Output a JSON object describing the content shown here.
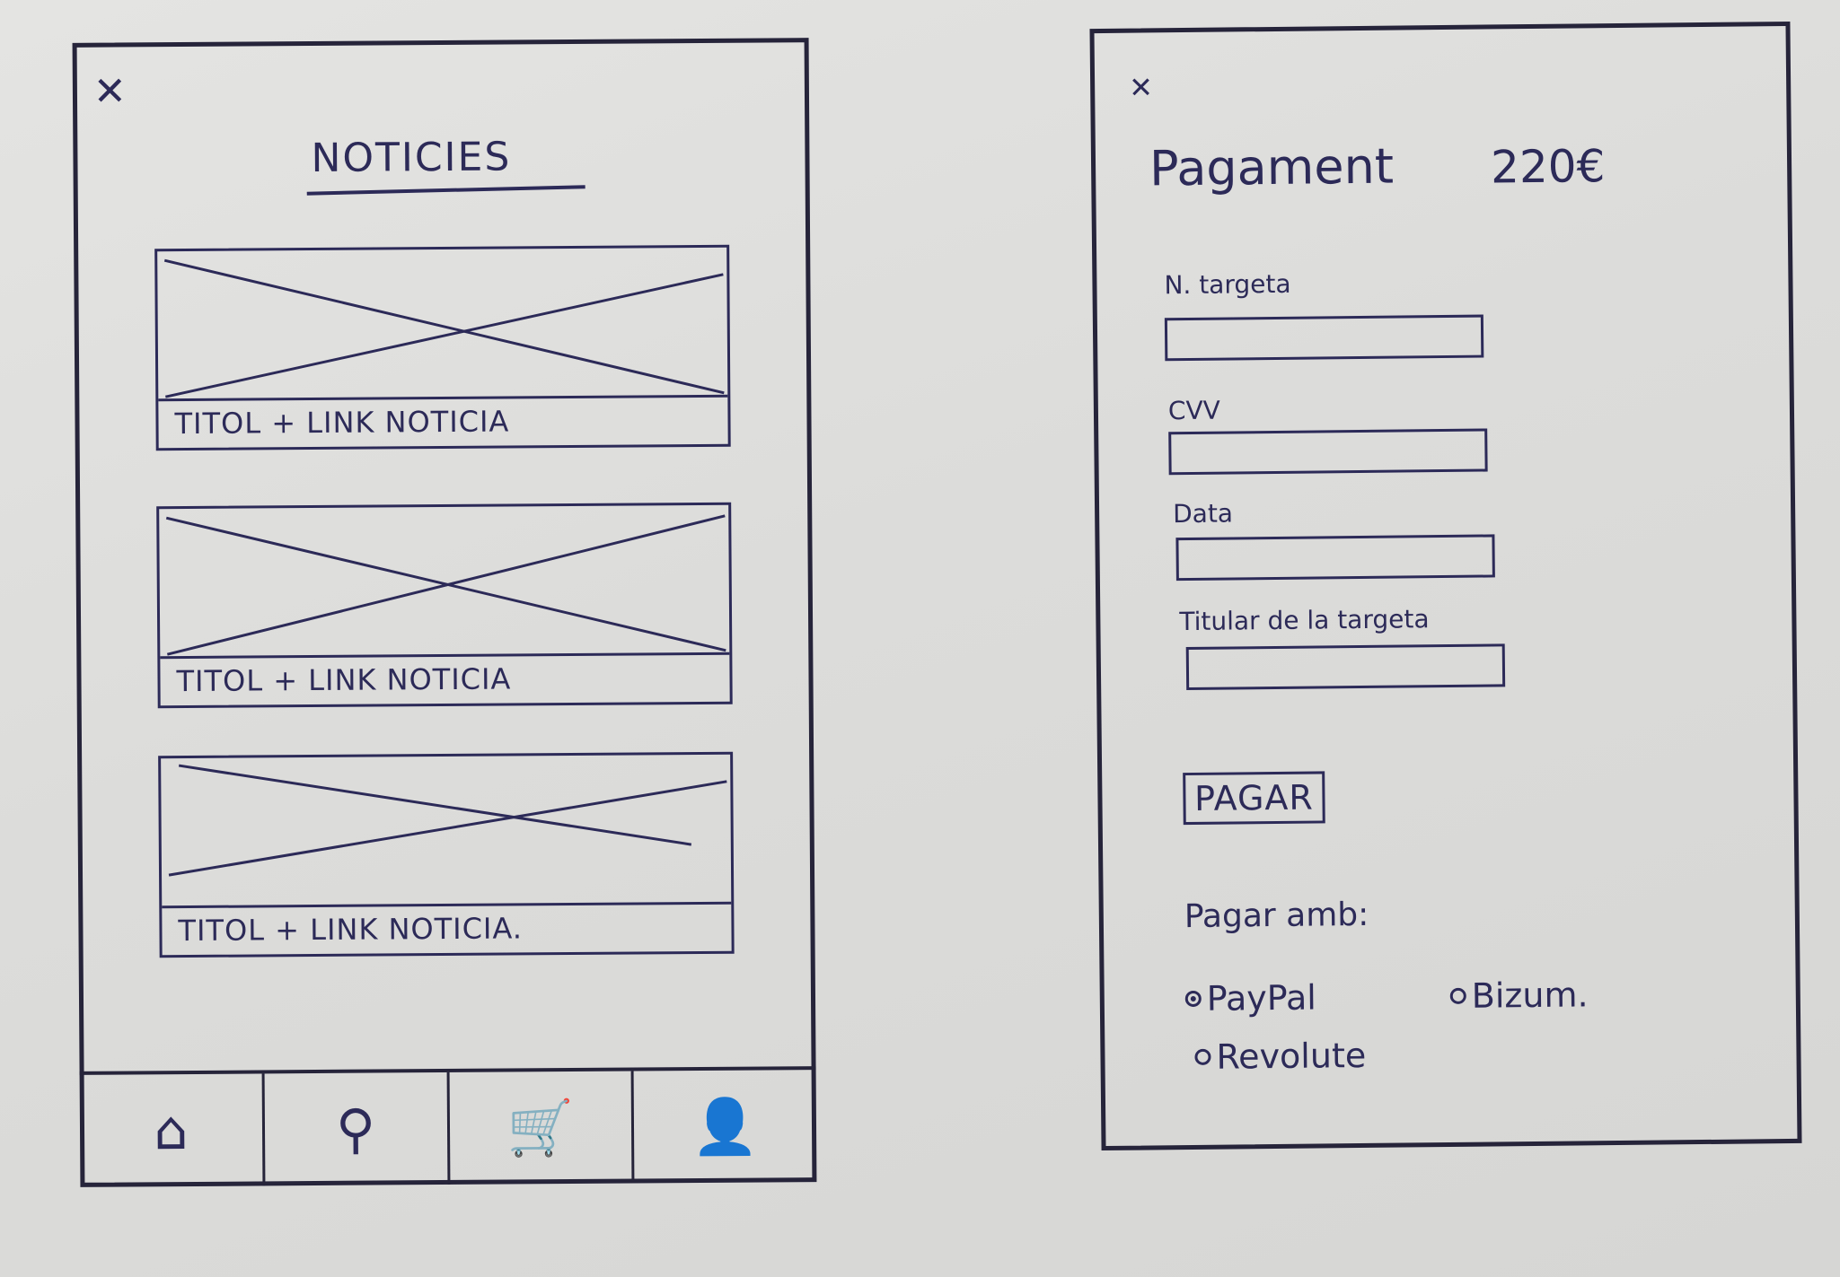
{
  "news_screen": {
    "close_glyph": "✕",
    "title": "NOTICIES",
    "cards": [
      {
        "caption": "TITOL + LINK NOTICIA"
      },
      {
        "caption": "TITOL + LINK NOTICIA"
      },
      {
        "caption": "TITOL + LINK NOTICIA."
      }
    ],
    "tabs": [
      {
        "icon": "home-icon",
        "glyph": "⌂"
      },
      {
        "icon": "search-icon",
        "glyph": "⚲"
      },
      {
        "icon": "cart-icon",
        "glyph": "🛒"
      },
      {
        "icon": "profile-icon",
        "glyph": "👤"
      }
    ]
  },
  "payment_screen": {
    "close_glyph": "✕",
    "title": "Pagament",
    "amount": "220€",
    "fields": [
      {
        "label": "N. targeta",
        "value": ""
      },
      {
        "label": "CVV",
        "value": ""
      },
      {
        "label": "Data",
        "value": ""
      },
      {
        "label": "Titular de la targeta",
        "value": ""
      }
    ],
    "pay_button": "PAGAR",
    "alt_payment_label": "Pagar amb:",
    "methods": [
      {
        "label": "PayPal",
        "selected": true
      },
      {
        "label": "Bizum.",
        "selected": false
      },
      {
        "label": "Revolute",
        "selected": false
      }
    ]
  },
  "colors": {
    "ink": "#2c2a58",
    "frame": "#26243a",
    "paper": "#dcdcda"
  }
}
